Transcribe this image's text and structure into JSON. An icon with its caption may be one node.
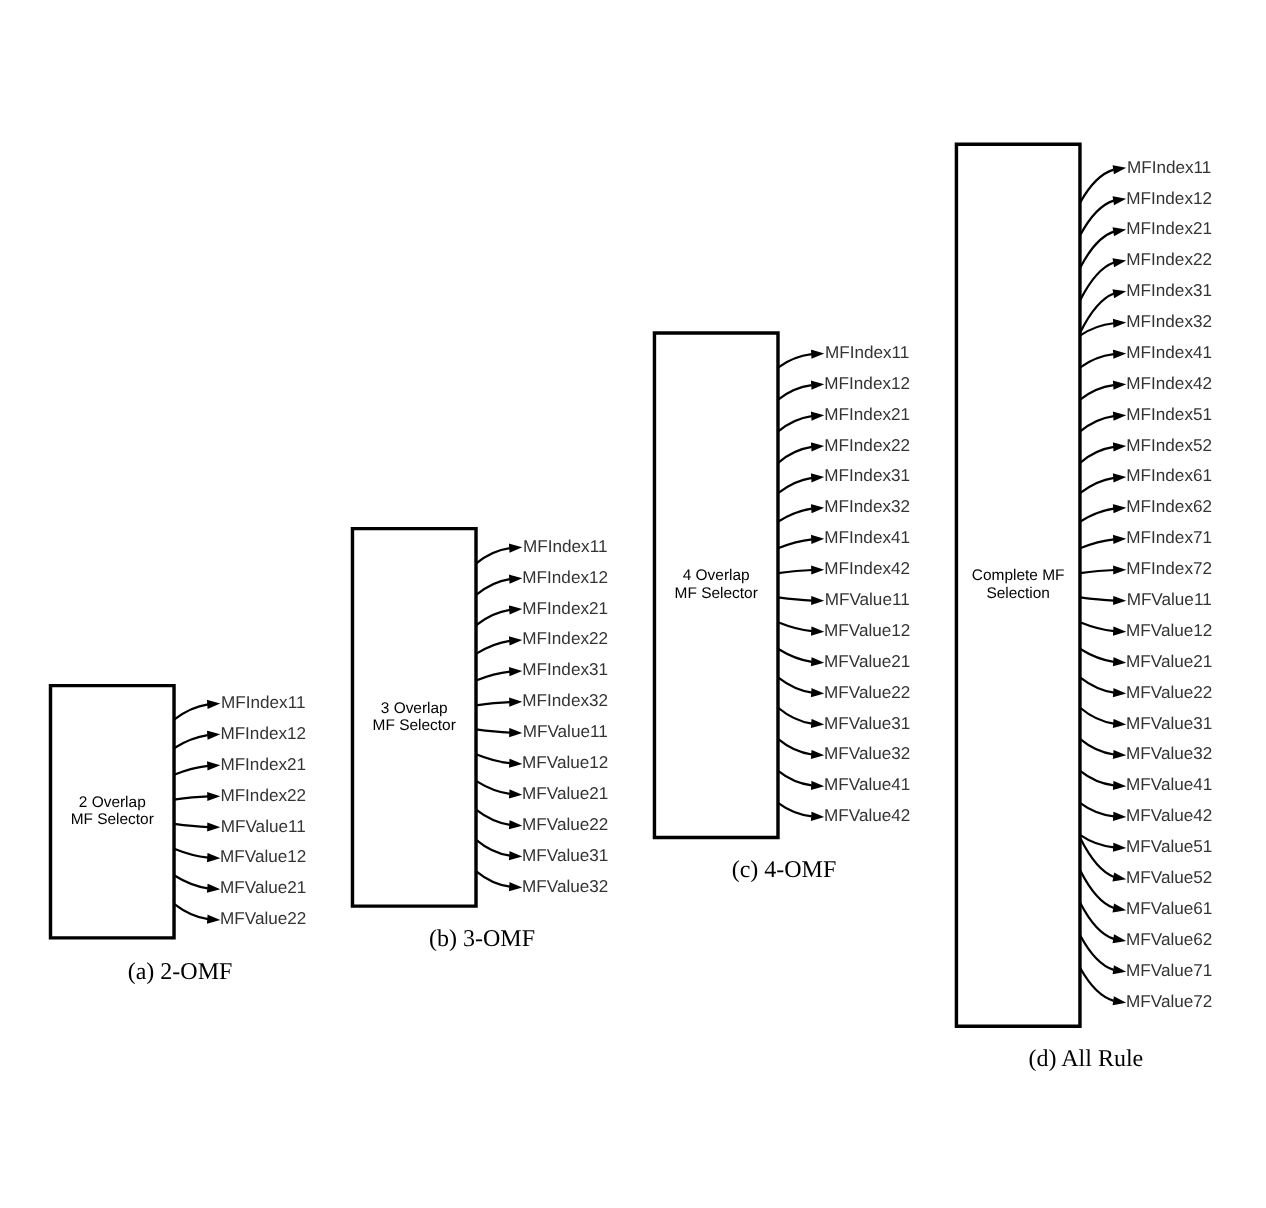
{
  "diagram": {
    "nodes": [
      {
        "text": [
          "2 Overlap MF Selector"
        ],
        "beside": [
          "(a) 2-OMF"
        ]
      },
      {
        "text": [
          "MFIndex11"
        ]
      },
      {
        "text": [
          "MFIndex12"
        ]
      },
      {
        "text": [
          "MFIndex21"
        ]
      },
      {
        "text": [
          "MFIndex22"
        ]
      },
      {
        "text": [
          "MFValue11"
        ]
      },
      {
        "text": [
          "MFValue12"
        ]
      },
      {
        "text": [
          "MFValue21"
        ]
      },
      {
        "text": [
          "MFValue22"
        ]
      },
      {
        "text": [
          "3 Overlap MF Selector"
        ],
        "beside": [
          "(b) 3-OMF"
        ]
      },
      {
        "text": [
          "MFIndex11"
        ]
      },
      {
        "text": [
          "MFIndex12"
        ]
      },
      {
        "text": [
          "MFIndex21"
        ]
      },
      {
        "text": [
          "MFIndex22"
        ]
      },
      {
        "text": [
          "MFIndex31"
        ]
      },
      {
        "text": [
          "MFIndex32"
        ]
      },
      {
        "text": [
          "MFValue11"
        ]
      },
      {
        "text": [
          "MFValue12"
        ]
      },
      {
        "text": [
          "MFValue21"
        ]
      },
      {
        "text": [
          "MFValue22"
        ]
      },
      {
        "text": [
          "MFValue31"
        ]
      },
      {
        "text": [
          "MFValue32"
        ]
      },
      {
        "text": [
          "4 Overlap MF Selector"
        ],
        "beside": [
          "(c) 4-OMF"
        ]
      },
      {
        "text": [
          "MFIndex11"
        ]
      },
      {
        "text": [
          "MFIndex12"
        ]
      },
      {
        "text": [
          "MFIndex21"
        ]
      },
      {
        "text": [
          "MFIndex22"
        ]
      },
      {
        "text": [
          "MFIndex31"
        ]
      },
      {
        "text": [
          "MFIndex32"
        ]
      },
      {
        "text": [
          "MFIndex41"
        ]
      },
      {
        "text": [
          "MFIndex42"
        ]
      },
      {
        "text": [
          "MFValue11"
        ]
      },
      {
        "text": [
          "MFValue12"
        ]
      },
      {
        "text": [
          "MFValue21"
        ]
      },
      {
        "text": [
          "MFValue22"
        ]
      },
      {
        "text": [
          "MFValue31"
        ]
      },
      {
        "text": [
          "MFValue32"
        ]
      },
      {
        "text": [
          "MFValue41"
        ]
      },
      {
        "text": [
          "MFValue42"
        ]
      },
      {
        "text": [
          "Complete MF Selection"
        ],
        "beside": [
          "(d) All Rule"
        ]
      },
      {
        "text": [
          "MFIndex11"
        ]
      },
      {
        "text": [
          "MFIndex12"
        ]
      },
      {
        "text": [
          "MFIndex21"
        ]
      },
      {
        "text": [
          "MFIndex22"
        ]
      },
      {
        "text": [
          "MFIndex31"
        ]
      },
      {
        "text": [
          "MFIndex32"
        ]
      },
      {
        "text": [
          "MFIndex41"
        ]
      },
      {
        "text": [
          "MFIndex42"
        ]
      },
      {
        "text": [
          "MFIndex51"
        ]
      },
      {
        "text": [
          "MFIndex52"
        ]
      },
      {
        "text": [
          "MFIndex61"
        ]
      },
      {
        "text": [
          "MFIndex62"
        ]
      },
      {
        "text": [
          "MFIndex71"
        ]
      },
      {
        "text": [
          "MFIndex72"
        ]
      },
      {
        "text": [
          "MFValue11"
        ]
      },
      {
        "text": [
          "MFValue12"
        ]
      },
      {
        "text": [
          "MFValue21"
        ]
      },
      {
        "text": [
          "MFValue22"
        ]
      },
      {
        "text": [
          "MFValue31"
        ]
      },
      {
        "text": [
          "MFValue32"
        ]
      },
      {
        "text": [
          "MFValue41"
        ]
      },
      {
        "text": [
          "MFValue42"
        ]
      },
      {
        "text": [
          "MFValue51"
        ]
      },
      {
        "text": [
          "MFValue52"
        ]
      },
      {
        "text": [
          "MFValue61"
        ]
      },
      {
        "text": [
          "MFValue62"
        ]
      },
      {
        "text": [
          "MFValue71"
        ]
      },
      {
        "text": [
          "MFValue72"
        ]
      }
    ],
    "edges": [
      {
        "from": 0,
        "to": 1,
        "arrow": "to"
      },
      {
        "from": 0,
        "to": 2,
        "arrow": "to"
      },
      {
        "from": 0,
        "to": 3,
        "arrow": "to"
      },
      {
        "from": 0,
        "to": 4,
        "arrow": "to"
      },
      {
        "from": 0,
        "to": 5,
        "arrow": "to"
      },
      {
        "from": 0,
        "to": 6,
        "arrow": "to"
      },
      {
        "from": 0,
        "to": 7,
        "arrow": "to"
      },
      {
        "from": 0,
        "to": 8,
        "arrow": "to"
      },
      {
        "from": 9,
        "to": 10,
        "arrow": "to"
      },
      {
        "from": 9,
        "to": 11,
        "arrow": "to"
      },
      {
        "from": 9,
        "to": 12,
        "arrow": "to"
      },
      {
        "from": 9,
        "to": 13,
        "arrow": "to"
      },
      {
        "from": 9,
        "to": 14,
        "arrow": "to"
      },
      {
        "from": 9,
        "to": 15,
        "arrow": "to"
      },
      {
        "from": 9,
        "to": 16,
        "arrow": "to"
      },
      {
        "from": 9,
        "to": 17,
        "arrow": "to"
      },
      {
        "from": 9,
        "to": 18,
        "arrow": "to"
      },
      {
        "from": 9,
        "to": 19,
        "arrow": "to"
      },
      {
        "from": 9,
        "to": 20,
        "arrow": "to"
      },
      {
        "from": 9,
        "to": 21,
        "arrow": "to"
      },
      {
        "from": 22,
        "to": 23,
        "arrow": "to"
      },
      {
        "from": 22,
        "to": 24,
        "arrow": "to"
      },
      {
        "from": 22,
        "to": 25,
        "arrow": "to"
      },
      {
        "from": 22,
        "to": 26,
        "arrow": "to"
      },
      {
        "from": 22,
        "to": 27,
        "arrow": "to"
      },
      {
        "from": 22,
        "to": 28,
        "arrow": "to"
      },
      {
        "from": 22,
        "to": 29,
        "arrow": "to"
      },
      {
        "from": 22,
        "to": 30,
        "arrow": "to"
      },
      {
        "from": 22,
        "to": 31,
        "arrow": "to"
      },
      {
        "from": 22,
        "to": 32,
        "arrow": "to"
      },
      {
        "from": 22,
        "to": 33,
        "arrow": "to"
      },
      {
        "from": 22,
        "to": 34,
        "arrow": "to"
      },
      {
        "from": 22,
        "to": 35,
        "arrow": "to"
      },
      {
        "from": 22,
        "to": 36,
        "arrow": "to"
      },
      {
        "from": 22,
        "to": 37,
        "arrow": "to"
      },
      {
        "from": 22,
        "to": 38,
        "arrow": "to"
      },
      {
        "from": 39,
        "to": 40,
        "arrow": "to"
      },
      {
        "from": 39,
        "to": 41,
        "arrow": "to"
      },
      {
        "from": 39,
        "to": 42,
        "arrow": "to"
      },
      {
        "from": 39,
        "to": 43,
        "arrow": "to"
      },
      {
        "from": 39,
        "to": 44,
        "arrow": "to"
      },
      {
        "from": 39,
        "to": 45,
        "arrow": "to"
      },
      {
        "from": 39,
        "to": 46,
        "arrow": "to"
      },
      {
        "from": 39,
        "to": 47,
        "arrow": "to"
      },
      {
        "from": 39,
        "to": 48,
        "arrow": "to"
      },
      {
        "from": 39,
        "to": 49,
        "arrow": "to"
      },
      {
        "from": 39,
        "to": 50,
        "arrow": "to"
      },
      {
        "from": 39,
        "to": 51,
        "arrow": "to"
      },
      {
        "from": 39,
        "to": 52,
        "arrow": "to"
      },
      {
        "from": 39,
        "to": 53,
        "arrow": "to"
      },
      {
        "from": 39,
        "to": 54,
        "arrow": "to"
      },
      {
        "from": 39,
        "to": 55,
        "arrow": "to"
      },
      {
        "from": 39,
        "to": 56,
        "arrow": "to"
      },
      {
        "from": 39,
        "to": 57,
        "arrow": "to"
      },
      {
        "from": 39,
        "to": 58,
        "arrow": "to"
      },
      {
        "from": 39,
        "to": 59,
        "arrow": "to"
      },
      {
        "from": 39,
        "to": 60,
        "arrow": "to"
      },
      {
        "from": 39,
        "to": 61,
        "arrow": "to"
      },
      {
        "from": 39,
        "to": 62,
        "arrow": "to"
      },
      {
        "from": 39,
        "to": 63,
        "arrow": "to"
      },
      {
        "from": 39,
        "to": 64,
        "arrow": "to"
      },
      {
        "from": 39,
        "to": 65,
        "arrow": "to"
      },
      {
        "from": 39,
        "to": 66,
        "arrow": "to"
      },
      {
        "from": 39,
        "to": 67,
        "arrow": "to"
      }
    ]
  }
}
